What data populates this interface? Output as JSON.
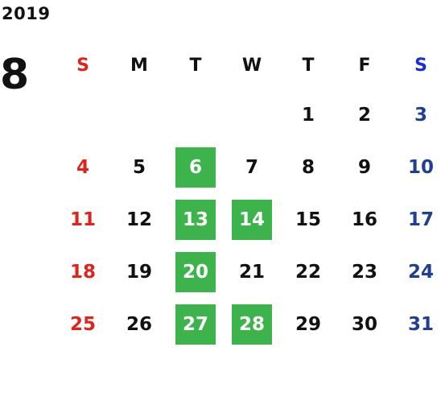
{
  "calendar": {
    "year": "2019",
    "month": "8",
    "weekdays": [
      "S",
      "M",
      "T",
      "W",
      "T",
      "F",
      "S"
    ],
    "colors": {
      "sunday": "#e0241b",
      "saturday": "#1f3f97",
      "saturday_header": "#1a2bd8",
      "weekday": "#111111",
      "highlight_bg": "#3cb44b",
      "highlight_text": "#ffffff"
    },
    "weeks": [
      [
        "",
        "",
        "",
        "",
        "1",
        "2",
        "3"
      ],
      [
        "4",
        "5",
        "6",
        "7",
        "8",
        "9",
        "10"
      ],
      [
        "11",
        "12",
        "13",
        "14",
        "15",
        "16",
        "17"
      ],
      [
        "18",
        "19",
        "20",
        "21",
        "22",
        "23",
        "24"
      ],
      [
        "25",
        "26",
        "27",
        "28",
        "29",
        "30",
        "31"
      ]
    ],
    "highlighted_days": [
      "6",
      "13",
      "14",
      "20",
      "27",
      "28"
    ]
  }
}
